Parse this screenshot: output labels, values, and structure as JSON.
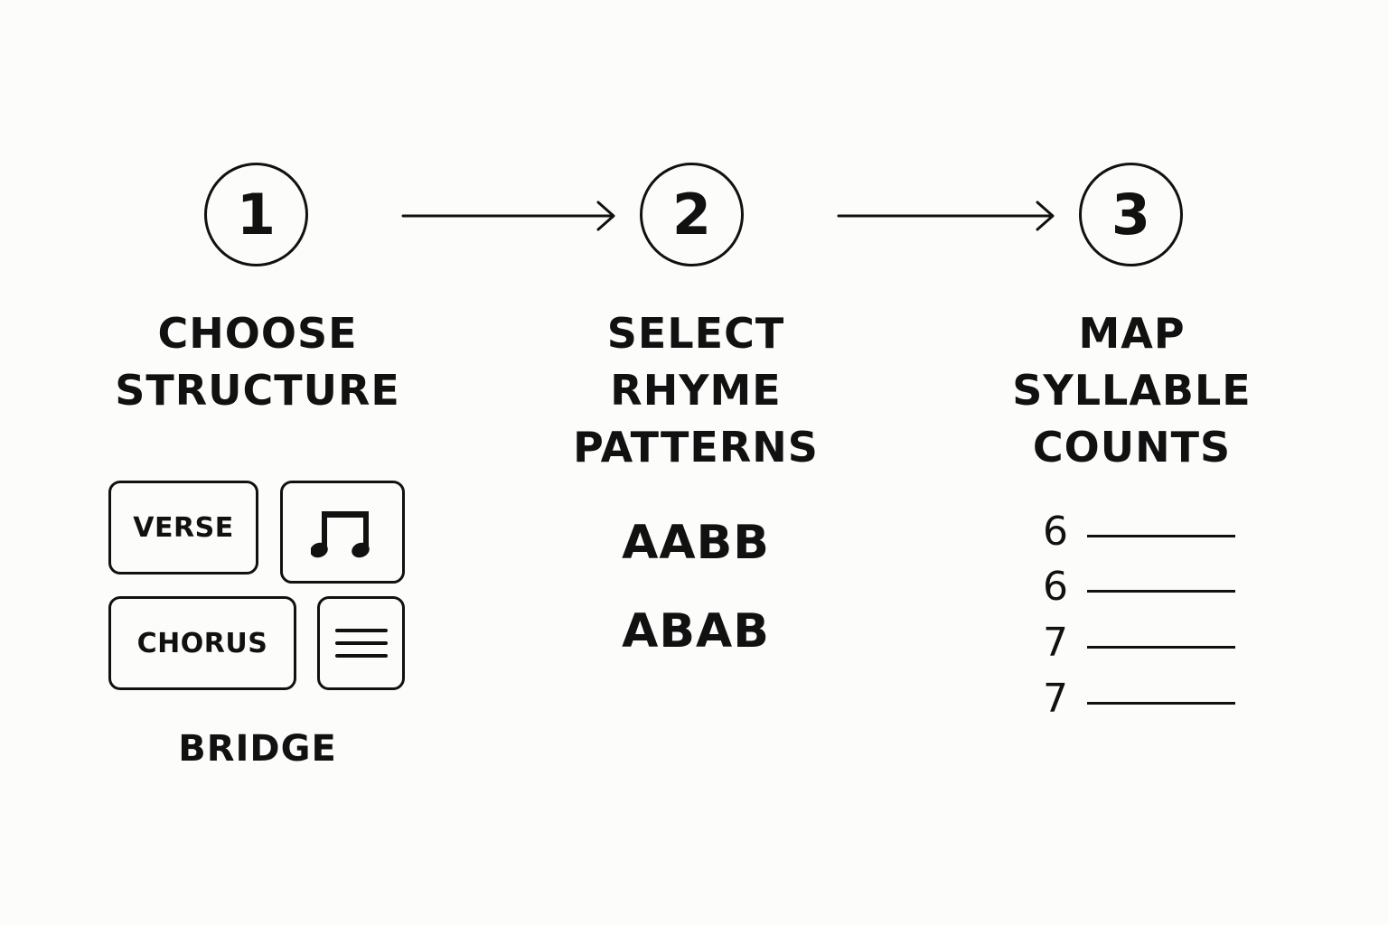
{
  "steps": [
    {
      "number": "1",
      "title_lines": [
        "CHOOSE",
        "STRUCTURE"
      ]
    },
    {
      "number": "2",
      "title_lines": [
        "SELECT",
        "RHYME",
        "PATTERNS"
      ]
    },
    {
      "number": "3",
      "title_lines": [
        "MAP",
        "SYLLABLE",
        "COUNTS"
      ]
    }
  ],
  "structure": {
    "verse_label": "VERSE",
    "chorus_label": "CHORUS",
    "bridge_label": "BRIDGE",
    "icons": [
      "music-notes-icon",
      "lines-icon"
    ]
  },
  "rhyme_patterns": [
    "AABB",
    "ABAB"
  ],
  "syllable_counts": [
    "6",
    "6",
    "7",
    "7"
  ],
  "colors": {
    "ink": "#111111",
    "background": "#fcfcfa"
  }
}
